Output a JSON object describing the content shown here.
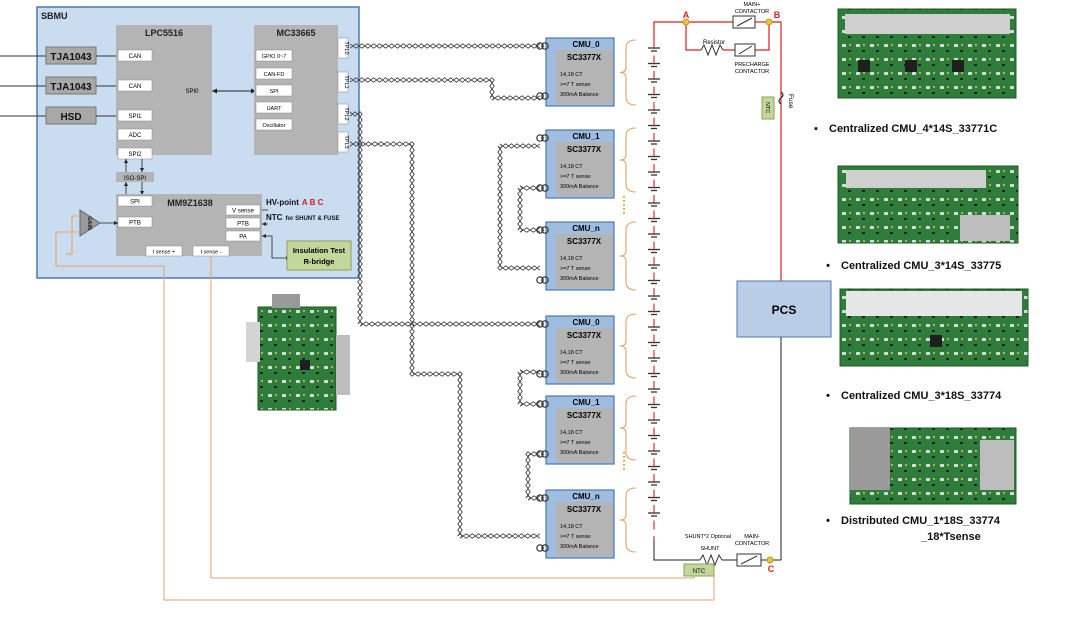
{
  "sbmu": {
    "title": "SBMU",
    "lpc": {
      "title": "LPC5516",
      "pins": [
        "CAN",
        "CAN",
        "SPI1",
        "ADC",
        "SPI2"
      ],
      "spi0": "SPI0"
    },
    "mc": {
      "title": "MC33665",
      "pins": [
        "GPIO 0~7",
        "CAN-FD",
        "SPI",
        "UART",
        "Oscillator"
      ],
      "tpl": [
        "TPL0",
        "TPL1",
        "TPL2",
        "TPL3"
      ]
    },
    "transceivers": [
      "TJA1043",
      "TJA1043",
      "HSD"
    ],
    "isospi": "ISO-SPI",
    "mm": {
      "title": "MM9Z1638",
      "pins_left": [
        "SPI",
        "PTB"
      ],
      "pins_right": [
        "V sense",
        "PTB",
        "PA"
      ],
      "isense": [
        "I sense +",
        "I sense -"
      ]
    },
    "gain": "GAIN",
    "hv_label": "HV-point",
    "hv_points": "A B C",
    "ntc_label": "NTC",
    "ntc_detail": "for SHUNT & FUSE",
    "insulation": [
      "Insulation Test",
      "R-bridge"
    ]
  },
  "cmus": [
    {
      "title": "CMU_0",
      "chip": "SC3377X",
      "lines": [
        "14,18 CT",
        ">=7 T sense",
        "300mA Balance"
      ]
    },
    {
      "title": "CMU_1",
      "chip": "SC3377X",
      "lines": [
        "14,18 CT",
        ">=7 T sense",
        "300mA Balance"
      ]
    },
    {
      "title": "CMU_n",
      "chip": "SC3377X",
      "lines": [
        "14,18 CT",
        ">=7 T sense",
        "300mA Balance"
      ]
    },
    {
      "title": "CMU_0",
      "chip": "SC3377X",
      "lines": [
        "14,18 CT",
        ">=7 T sense",
        "300mA Balance"
      ]
    },
    {
      "title": "CMU_1",
      "chip": "SC3377X",
      "lines": [
        "14,18 CT",
        ">=7 T sense",
        "300mA Balance"
      ]
    },
    {
      "title": "CMU_n",
      "chip": "SC3377X",
      "lines": [
        "14,18 CT",
        ">=7 T sense",
        "300mA Balance"
      ]
    }
  ],
  "power": {
    "point_a": "A",
    "point_b": "B",
    "point_c": "C",
    "main_contactor_top": [
      "MAIN+",
      "CONTACTOR"
    ],
    "resistor": "Resistor",
    "precharge": [
      "PRECHARGE",
      "CONTACTOR"
    ],
    "fuse": "Fuse",
    "ntc": "NTC",
    "pcs": "PCS",
    "shunt_optional": "SHUNT*2 Optional",
    "shunt": "SHUNT",
    "shunt_ntc": "NTC",
    "main_contactor_bottom": [
      "MAIN-",
      "CONTACTOR"
    ]
  },
  "captions": [
    {
      "bullet": "▪",
      "text": "Centralized CMU_4*14S_33771C"
    },
    {
      "bullet": "•",
      "text": "Centralized CMU_3*14S_33775"
    },
    {
      "bullet": "•",
      "text": "Centralized CMU_3*18S_33774"
    },
    {
      "bullet": "•",
      "text": "Distributed CMU_1*18S_33774",
      "text2": "_18*Tsense"
    }
  ],
  "colors": {
    "sbmu_bg": "#c9dcf0",
    "sbmu_border": "#4a78b0",
    "chip_gray": "#b4b4b4",
    "cmu_blue": "#9fbde0",
    "red_wire": "#d62020",
    "orange_wire": "#e8a26a",
    "pcs_bg": "#b9cde6",
    "green_box": "#c4d79b",
    "pcb_green": "#2f7d3a"
  }
}
